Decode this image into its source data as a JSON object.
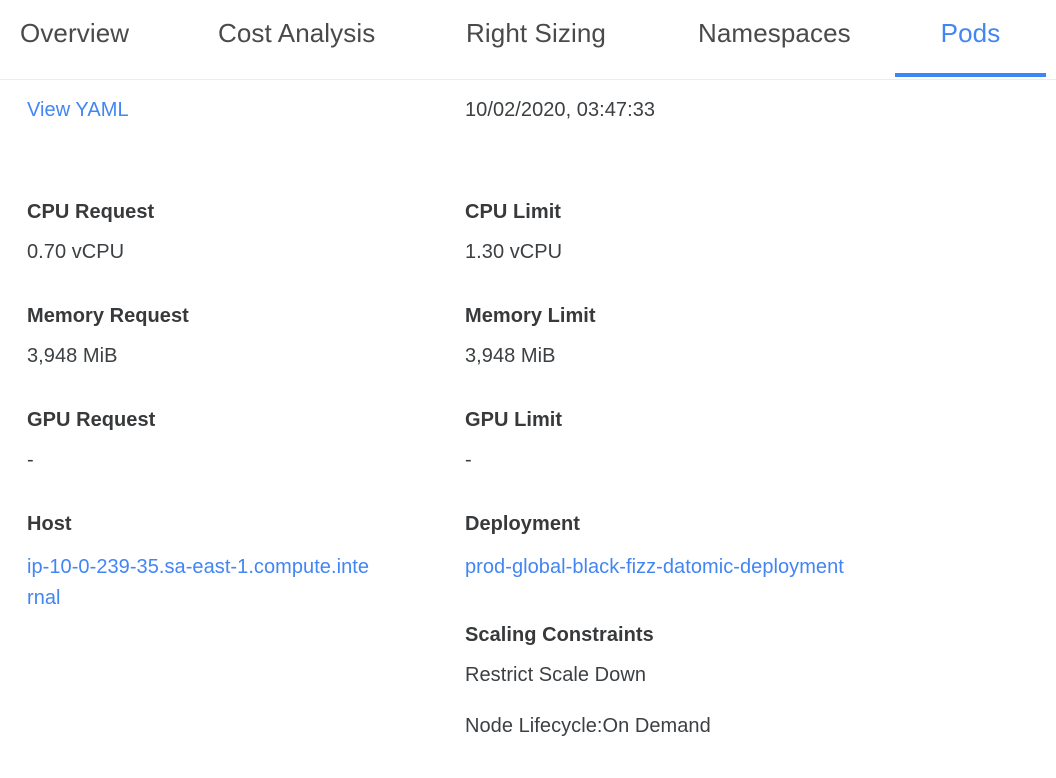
{
  "tabs": [
    {
      "label": "Overview",
      "active": false
    },
    {
      "label": "Cost Analysis",
      "active": false
    },
    {
      "label": "Right Sizing",
      "active": false
    },
    {
      "label": "Namespaces",
      "active": false
    },
    {
      "label": "Pods",
      "active": true
    }
  ],
  "details": {
    "view_yaml_label": "View YAML",
    "timestamp": "10/02/2020, 03:47:33",
    "cpu_request": {
      "label": "CPU Request",
      "value": "0.70 vCPU"
    },
    "cpu_limit": {
      "label": "CPU Limit",
      "value": "1.30 vCPU"
    },
    "memory_request": {
      "label": "Memory Request",
      "value": "3,948 MiB"
    },
    "memory_limit": {
      "label": "Memory Limit",
      "value": "3,948 MiB"
    },
    "gpu_request": {
      "label": "GPU Request",
      "value": "-"
    },
    "gpu_limit": {
      "label": "GPU Limit",
      "value": "-"
    },
    "host": {
      "label": "Host",
      "value": "ip-10-0-239-35.sa-east-1.compute.internal"
    },
    "deployment": {
      "label": "Deployment",
      "value": "prod-global-black-fizz-datomic-deployment"
    },
    "scaling_constraints": {
      "label": "Scaling Constraints",
      "items": [
        "Restrict Scale Down",
        "Node Lifecycle:On Demand"
      ]
    }
  },
  "colors": {
    "link": "#4285f4",
    "active_tab": "#4285f4",
    "active_underline": "#3d86f5",
    "text": "#3c4043",
    "heading": "#37393b",
    "divider": "#ececec",
    "background": "#ffffff"
  }
}
